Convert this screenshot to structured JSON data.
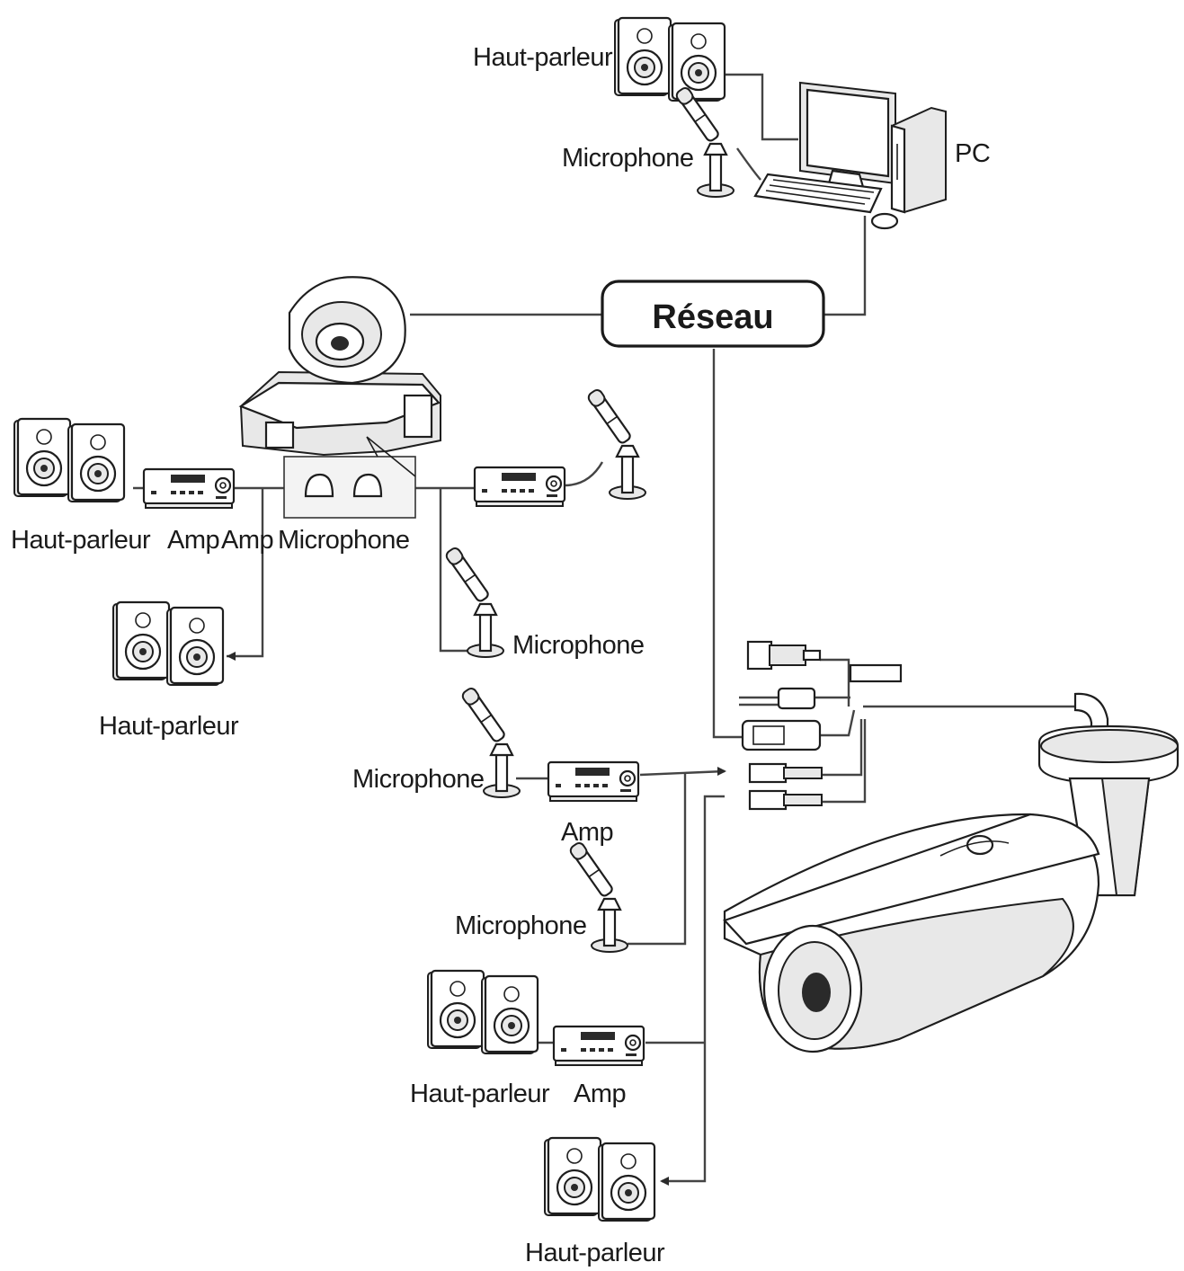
{
  "labels": {
    "network": "Réseau",
    "pc": "PC",
    "speaker": "Haut-parleur",
    "microphone": "Microphone",
    "amp": "Amp"
  },
  "icons": {
    "speaker": "speaker-pair-icon",
    "microphone": "microphone-icon",
    "amplifier": "amplifier-icon",
    "pc": "computer-icon",
    "dome_camera": "dome-camera-icon",
    "bullet_camera": "bullet-camera-icon",
    "connectors": "cable-connectors-icon"
  }
}
